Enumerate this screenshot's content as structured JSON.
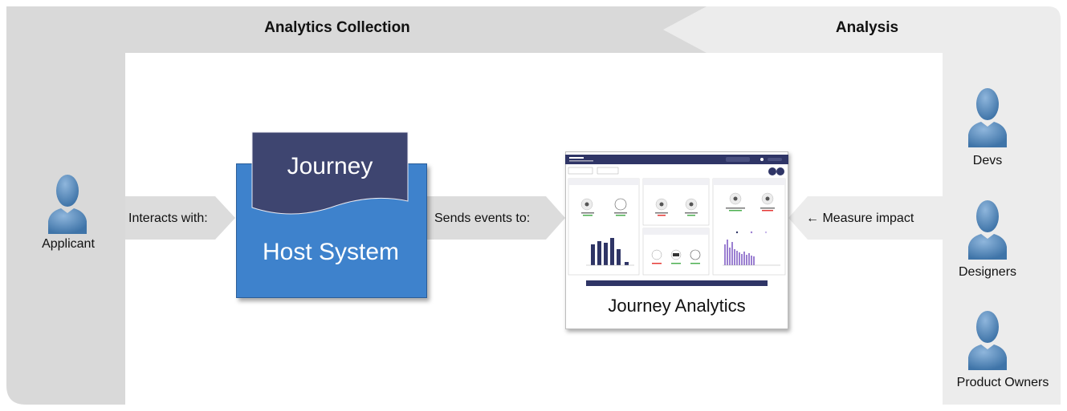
{
  "headers": {
    "collection": "Analytics Collection",
    "analysis": "Analysis"
  },
  "actors": {
    "applicant": {
      "label": "Applicant",
      "icon": "person-icon"
    },
    "devs": {
      "label": "Devs",
      "icon": "person-icon"
    },
    "designers": {
      "label": "Designers",
      "icon": "person-icon"
    },
    "product_owners": {
      "label": "Product Owners",
      "icon": "person-icon"
    }
  },
  "arrows": {
    "interacts": "Interacts with:",
    "sends": "Sends events to:",
    "measure": "← Measure impact"
  },
  "nodes": {
    "journey": "Journey",
    "host": "Host System",
    "analytics": "Journey Analytics"
  },
  "colors": {
    "band": "#d9d9d9",
    "person": "#4a7fb3",
    "host": "#3e82cc",
    "journey": "#3e4570",
    "arrow": "#dcdcdc",
    "dashboard_nav": "#2f3566",
    "dashboard_bars": "#9b7fd1"
  }
}
